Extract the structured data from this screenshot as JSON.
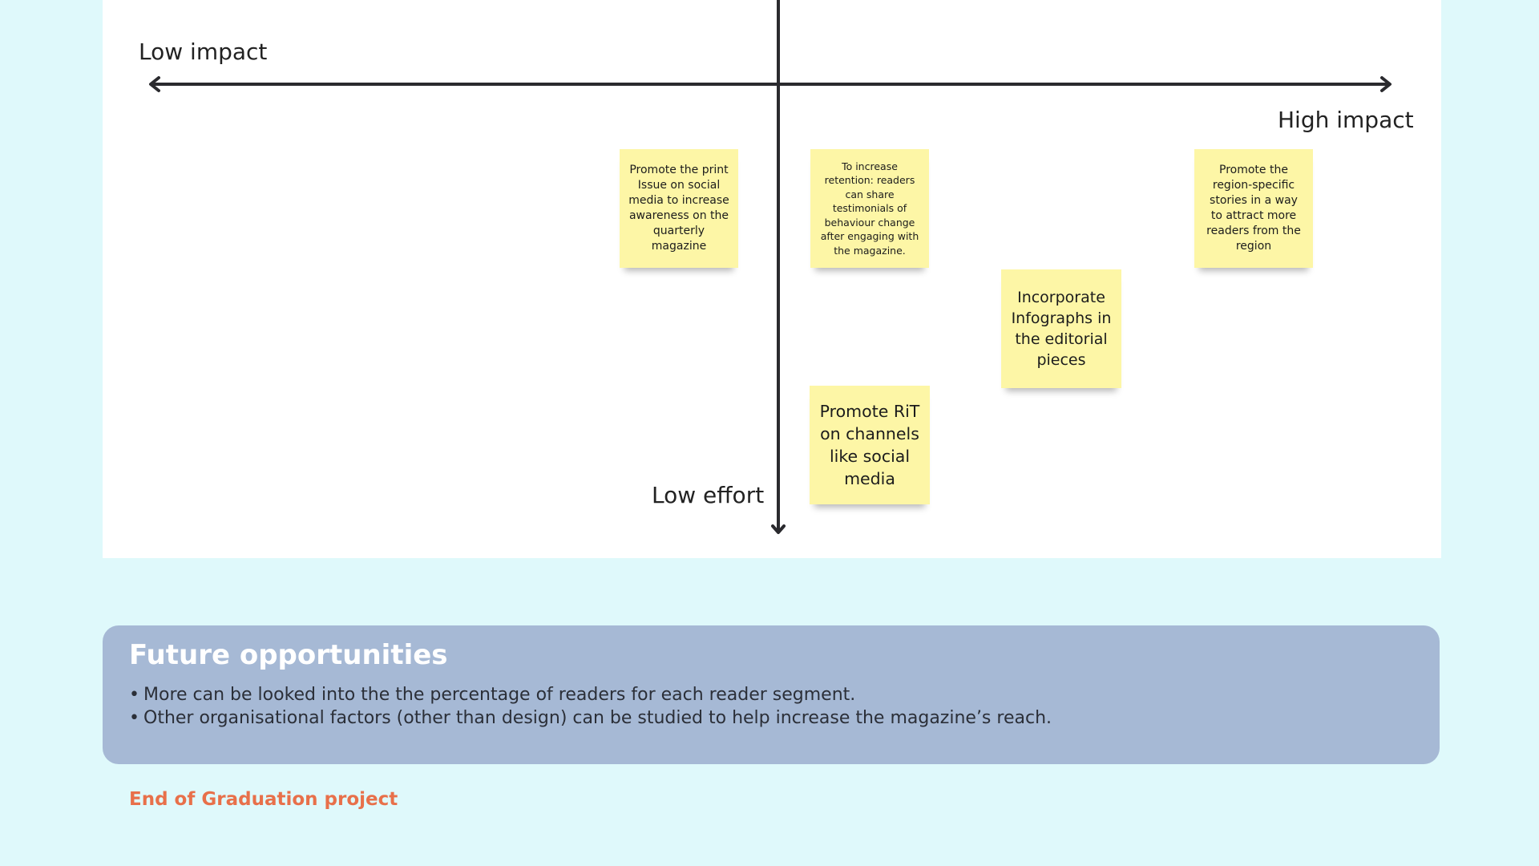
{
  "matrix": {
    "labels": {
      "low_impact": "Low impact",
      "high_impact": "High impact",
      "low_effort": "Low effort"
    },
    "notes": [
      {
        "text": "Promote the print Issue on social media to increase awareness on the quarterly magazine"
      },
      {
        "text": "To increase retention: readers can share testimonials of behaviour change after engaging with the magazine."
      },
      {
        "text": "Promote the region-specific stories in a way to attract more readers from the region"
      },
      {
        "text": "Incorporate Infographs in the editorial pieces"
      },
      {
        "text": "Promote RiT on channels like social media"
      }
    ]
  },
  "future": {
    "title": "Future opportunities",
    "items": [
      "More can be looked into the the percentage of readers for each reader segment.",
      "Other organisational factors (other than design) can be studied to help increase the magazine’s reach."
    ]
  },
  "footer": {
    "end_label": "End of Graduation project"
  }
}
